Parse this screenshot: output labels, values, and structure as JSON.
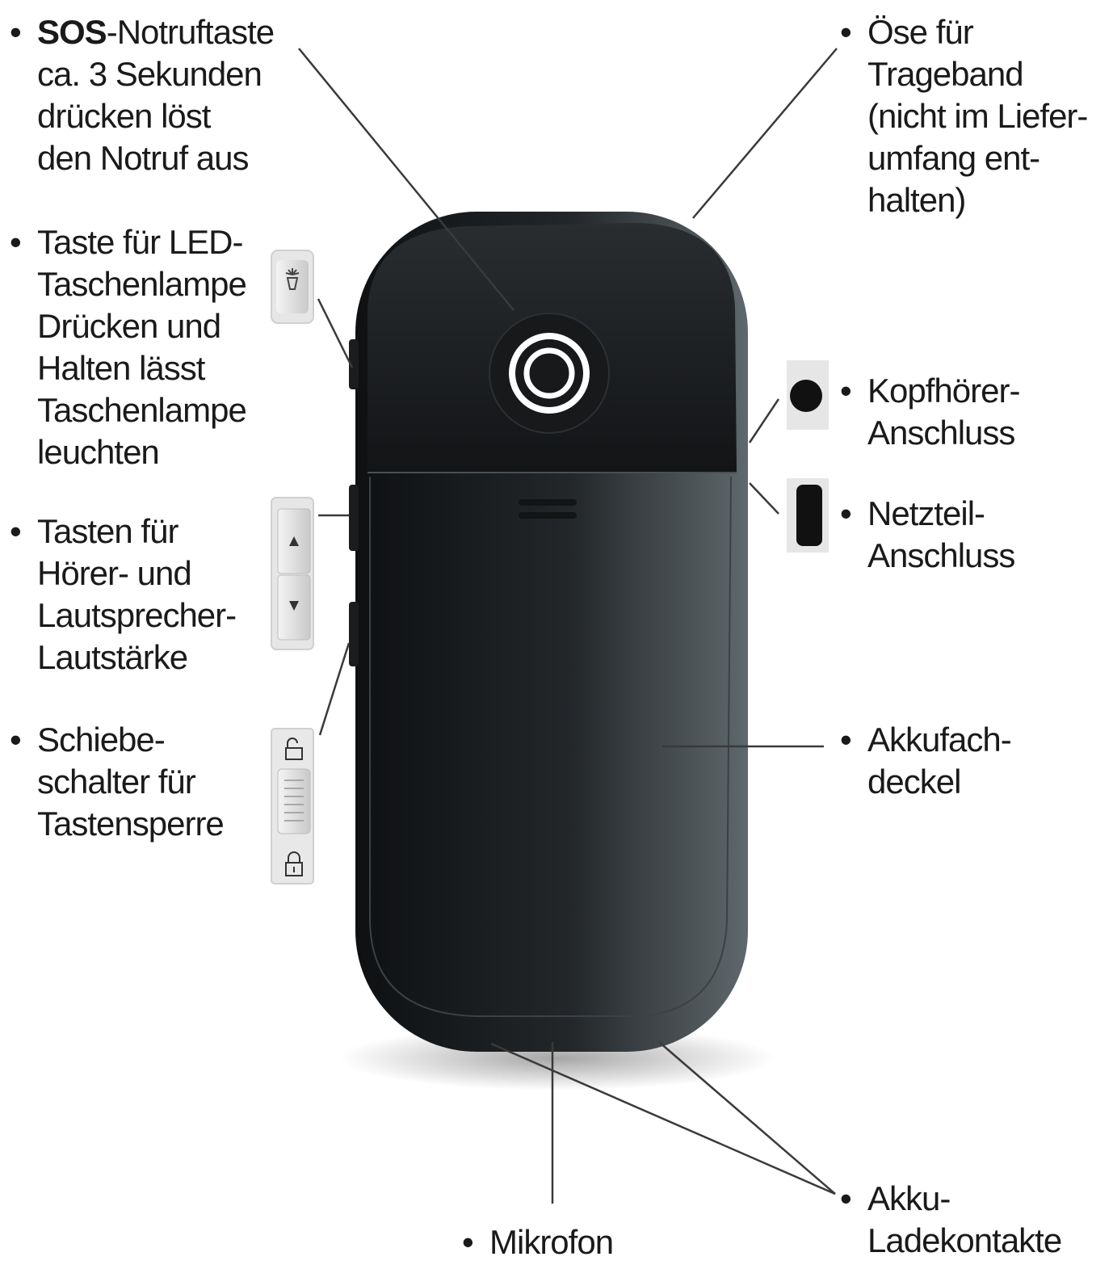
{
  "labels": {
    "sos": {
      "bullet": "•",
      "bold": "SOS",
      "rest": "-Notruftaste",
      "lines": [
        "ca. 3 Sekunden",
        "drücken löst",
        "den Notruf aus"
      ]
    },
    "led": {
      "bullet": "•",
      "lines": [
        "Taste für LED-",
        "Taschenlampe",
        "Drücken und",
        "Halten lässt",
        "Taschenlampe",
        "leuchten"
      ]
    },
    "volume": {
      "bullet": "•",
      "lines": [
        "Tasten für",
        "Hörer- und",
        "Lautsprecher-",
        "Lautstärke"
      ]
    },
    "lock": {
      "bullet": "•",
      "lines": [
        "Schiebe-",
        "schalter für",
        "Tastensperre"
      ]
    },
    "eyelet": {
      "bullet": "•",
      "lines": [
        "Öse für",
        "Trageband",
        "(nicht im Liefer-",
        "umfang ent-",
        "halten)"
      ]
    },
    "headphone": {
      "bullet": "•",
      "lines": [
        "Kopfhörer-",
        "Anschluss"
      ]
    },
    "power": {
      "bullet": "•",
      "lines": [
        "Netzteil-",
        "Anschluss"
      ]
    },
    "battery_cover": {
      "bullet": "•",
      "lines": [
        "Akkufach-",
        "deckel"
      ]
    },
    "microphone": {
      "bullet": "•",
      "lines": [
        "Mikrofon"
      ]
    },
    "charging": {
      "bullet": "•",
      "lines": [
        "Akku-",
        "Ladekontakte"
      ]
    }
  },
  "icons": {
    "flashlight": "flashlight-icon",
    "volume_up": "triangle-up-icon",
    "volume_down": "triangle-down-icon",
    "unlocked": "unlocked-padlock-icon",
    "locked": "locked-padlock-icon",
    "sos": "sos-ring-icon",
    "headphone_jack": "headphone-jack-icon",
    "power_port": "power-port-icon"
  },
  "colors": {
    "phone_body": "#1c1e20",
    "phone_highlight": "#5a6266",
    "leader_line": "#3a3a3a",
    "text": "#1a1a1a"
  }
}
